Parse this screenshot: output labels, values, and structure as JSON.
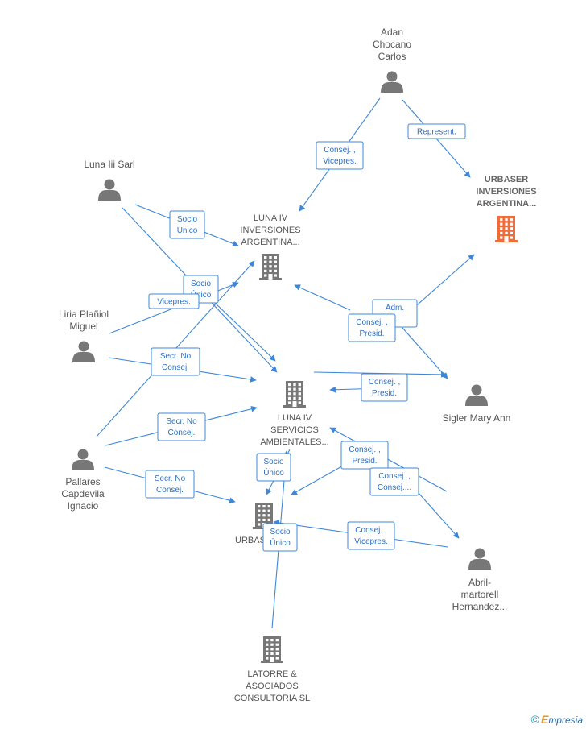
{
  "colors": {
    "edge": "#3d87d8",
    "person": "#777777",
    "company": "#777777",
    "highlight_company": "#f26b3a"
  },
  "nodes": [
    {
      "id": "adan",
      "kind": "person",
      "lines": [
        "Adan",
        "Chocano",
        "Carlos"
      ]
    },
    {
      "id": "luna3",
      "kind": "person",
      "lines": [
        "Luna Iii Sarl"
      ]
    },
    {
      "id": "liria",
      "kind": "person",
      "lines": [
        "Liria Plañiol",
        "Miguel"
      ]
    },
    {
      "id": "pallares",
      "kind": "person",
      "lines": [
        "Pallares",
        "Capdevila",
        "Ignacio"
      ]
    },
    {
      "id": "sigler",
      "kind": "person",
      "lines": [
        "Sigler Mary Ann"
      ]
    },
    {
      "id": "abril",
      "kind": "person",
      "lines": [
        "Abril-",
        "martorell",
        "Hernandez..."
      ]
    },
    {
      "id": "urbaser_arg",
      "kind": "company",
      "highlight": true,
      "lines": [
        "URBASER",
        "INVERSIONES",
        "ARGENTINA..."
      ]
    },
    {
      "id": "luna4_arg",
      "kind": "company",
      "lines": [
        "LUNA IV",
        "INVERSIONES",
        "ARGENTINA..."
      ]
    },
    {
      "id": "luna4_serv",
      "kind": "company",
      "lines": [
        "LUNA IV",
        "SERVICIOS",
        "AMBIENTALES..."
      ]
    },
    {
      "id": "urbas",
      "kind": "company",
      "lines": [
        "URBAS"
      ]
    },
    {
      "id": "latorre",
      "kind": "company",
      "lines": [
        "LATORRE &",
        "ASOCIADOS",
        "CONSULTORIA SL"
      ]
    }
  ],
  "edges": [
    {
      "lines": [
        "Consej. ,",
        "Vicepres."
      ]
    },
    {
      "lines": [
        "Represent."
      ]
    },
    {
      "lines": [
        "Socio",
        "Único"
      ]
    },
    {
      "lines": [
        "Socio",
        "Único"
      ]
    },
    {
      "lines": [
        "Vicepres."
      ]
    },
    {
      "lines": [
        "Secr.  No",
        "Consej."
      ]
    },
    {
      "lines": [
        "Secr.  No",
        "Consej."
      ]
    },
    {
      "lines": [
        "Secr.  No",
        "Consej."
      ]
    },
    {
      "lines": [
        "Adm.",
        "...."
      ]
    },
    {
      "lines": [
        "Consej. ,",
        "Presid."
      ]
    },
    {
      "lines": [
        "Consej. ,",
        "Presid."
      ]
    },
    {
      "lines": [
        "Consej. ,",
        "Presid."
      ]
    },
    {
      "lines": [
        "Consej. ,",
        "Consej...."
      ]
    },
    {
      "lines": [
        "Socio",
        "Único"
      ]
    },
    {
      "lines": [
        "Socio",
        "Único"
      ]
    },
    {
      "lines": [
        "Consej. ,",
        "Vicepres."
      ]
    }
  ],
  "footer": {
    "copyright": "©",
    "brand_initial": "E",
    "brand_rest": "mpresia"
  }
}
